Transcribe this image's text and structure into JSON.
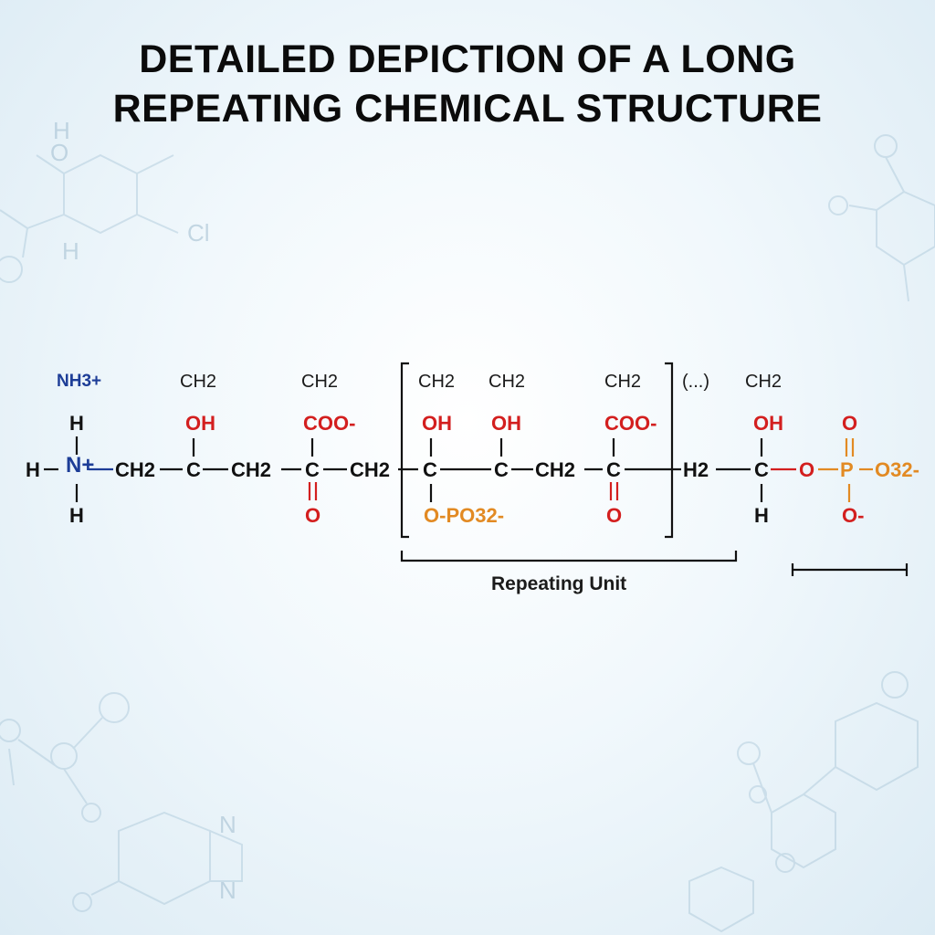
{
  "title": {
    "line1": "DETAILED DEPICTION OF A LONG",
    "line2": "REPEATING CHEMICAL STRUCTURE"
  },
  "structure": {
    "top_groups": {
      "nh3": "NH3+",
      "ch2_1": "CH2",
      "ch2_2": "CH2",
      "ch2_3": "CH2",
      "ch2_4": "CH2",
      "ch2_5": "CH2",
      "ellipsis": "(...)",
      "ch2_6": "CH2"
    },
    "substituents": {
      "h_top": "H",
      "oh_1": "OH",
      "coo_1": "COO-",
      "oh_2": "OH",
      "oh_3": "OH",
      "coo_2": "COO-",
      "oh_4": "OH",
      "o_top": "O"
    },
    "chain": {
      "h_left": "H",
      "n_plus": "N+",
      "ch2_a": "CH2",
      "c_1": "C",
      "ch2_b": "CH2",
      "c_2": "C",
      "ch2_c": "CH2",
      "c_3": "C",
      "c_4": "C",
      "ch2_d": "CH2",
      "c_5": "C",
      "h2_e": "H2",
      "c_6": "C",
      "o_link": "O",
      "p": "P",
      "o3": "O32-"
    },
    "bottom_groups": {
      "h_bottom": "H",
      "o_1": "O",
      "opo3": "O-PO32-",
      "o_2": "O",
      "h_end": "H",
      "o_minus": "O-"
    }
  },
  "repeating_unit_label": "Repeating Unit",
  "background_labels": {
    "h1": "H",
    "o1": "O",
    "h2": "H",
    "cl": "Cl",
    "n1": "N",
    "n2": "N"
  },
  "colors": {
    "carbon_chain": "#111111",
    "oxygen_groups": "#d31f1f",
    "nitrogen_groups": "#1d3d97",
    "phosphate_groups": "#e28a23"
  }
}
